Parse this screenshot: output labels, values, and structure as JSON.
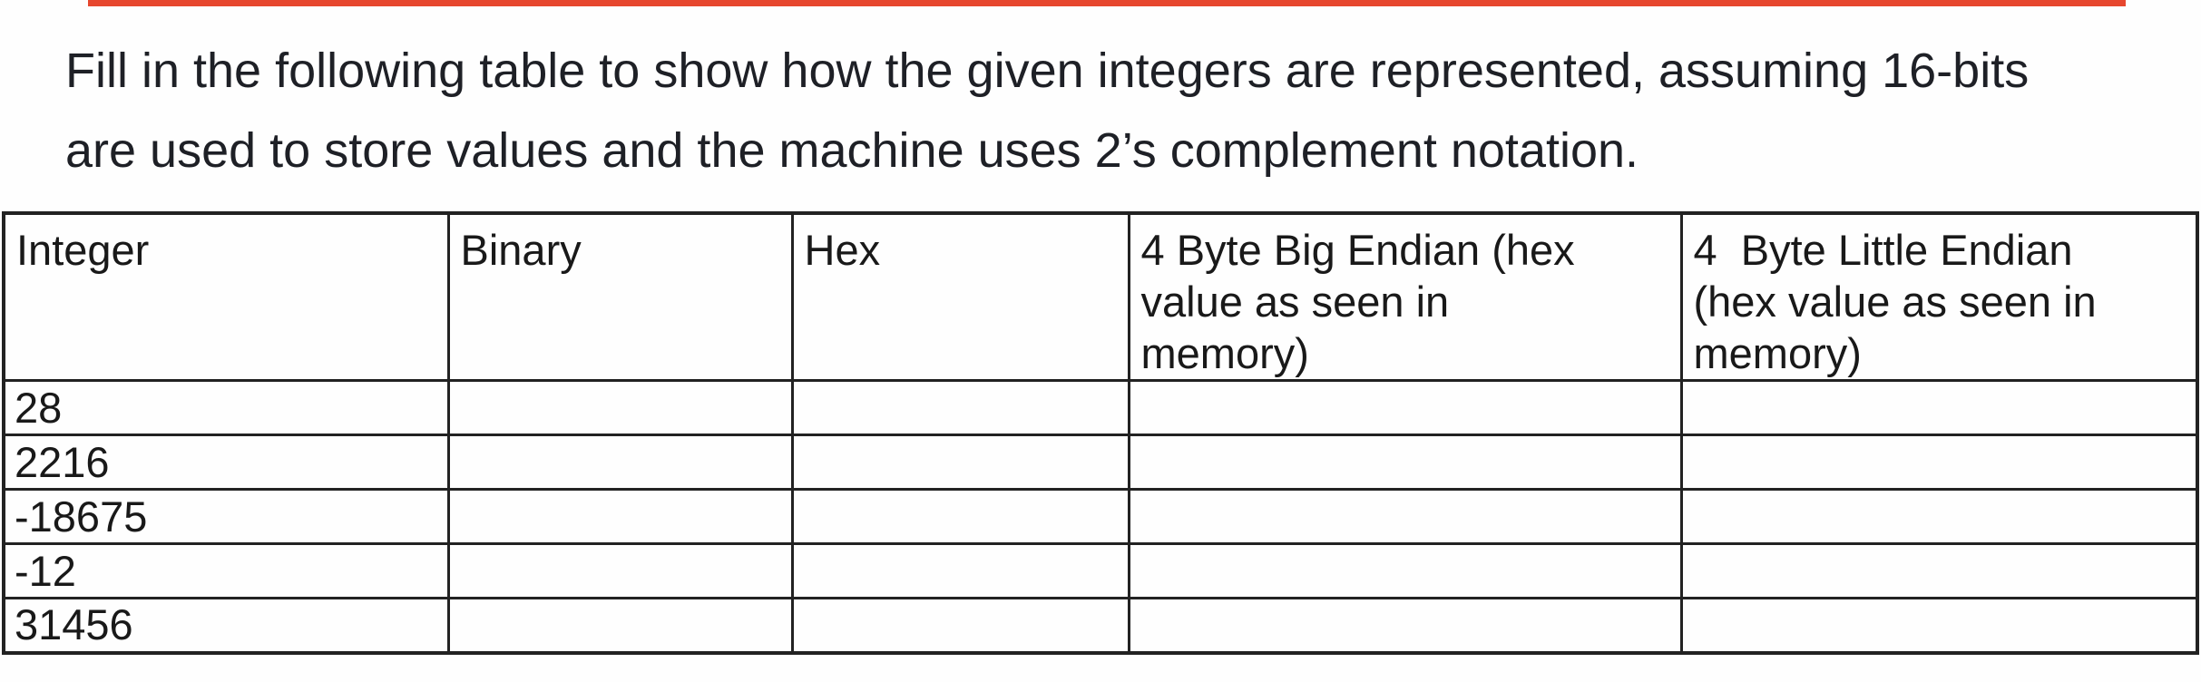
{
  "accent": {
    "top_bar_color": "#e7472e",
    "border_color": "#222222",
    "text_color": "#1e2026"
  },
  "intro": {
    "line1": "Fill in the following table to show how the given integers are represented, assuming 16-bits",
    "line2": "are used to store values and the machine uses 2’s complement notation."
  },
  "table": {
    "headers": [
      "Integer",
      "Binary",
      "Hex",
      "4 Byte Big Endian (hex\nvalue as seen in\nmemory)",
      "4  Byte Little Endian\n(hex value as seen in\nmemory)"
    ],
    "rows": [
      [
        "28",
        "",
        "",
        "",
        ""
      ],
      [
        "2216",
        "",
        "",
        "",
        ""
      ],
      [
        "-18675",
        "",
        "",
        "",
        ""
      ],
      [
        "-12",
        "",
        "",
        "",
        ""
      ],
      [
        "31456",
        "",
        "",
        "",
        ""
      ]
    ]
  }
}
